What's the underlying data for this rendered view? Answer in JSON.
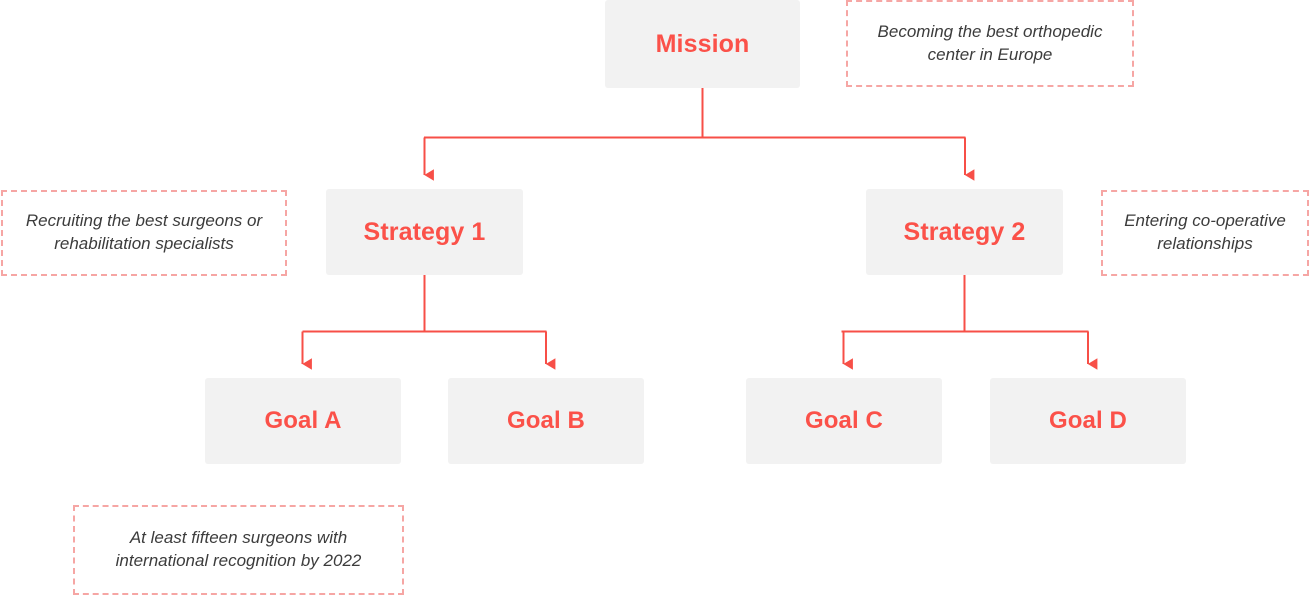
{
  "diagram": {
    "title": "Mission strategy goal tree",
    "accent_color": "#fb5149",
    "connector_color": "#f74f47",
    "note_border_color": "#f6a6a4",
    "node_background": "#f2f2f2",
    "note_text_color": "#3c3c3c",
    "canvas_background": "#ffffff"
  },
  "nodes": {
    "mission": {
      "label": "Mission"
    },
    "strategies": [
      {
        "label": "Strategy 1"
      },
      {
        "label": "Strategy 2"
      }
    ],
    "goals": [
      {
        "label": "Goal A"
      },
      {
        "label": "Goal B"
      },
      {
        "label": "Goal C"
      },
      {
        "label": "Goal D"
      }
    ]
  },
  "notes": {
    "mission_note": "Becoming the best orthopedic center in Europe",
    "strategy1_note": "Recruiting the best surgeons or rehabilitation specialists",
    "strategy2_note": "Entering co-operative relationships",
    "goala_note": "At least fifteen surgeons with international recognition by 2022"
  }
}
